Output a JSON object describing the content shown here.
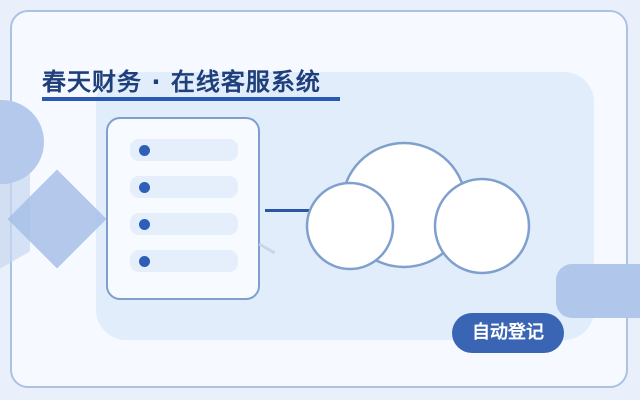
{
  "header": {
    "title": "春天财务 · 在线客服系统"
  },
  "document_card": {
    "rows": 4
  },
  "status": {
    "badge_label": "自动登记"
  },
  "colors": {
    "accent": "#2a59b5",
    "title_text": "#1f3f7a",
    "panel_background": "#e2edfc",
    "badge_background": "#3a64b4"
  }
}
